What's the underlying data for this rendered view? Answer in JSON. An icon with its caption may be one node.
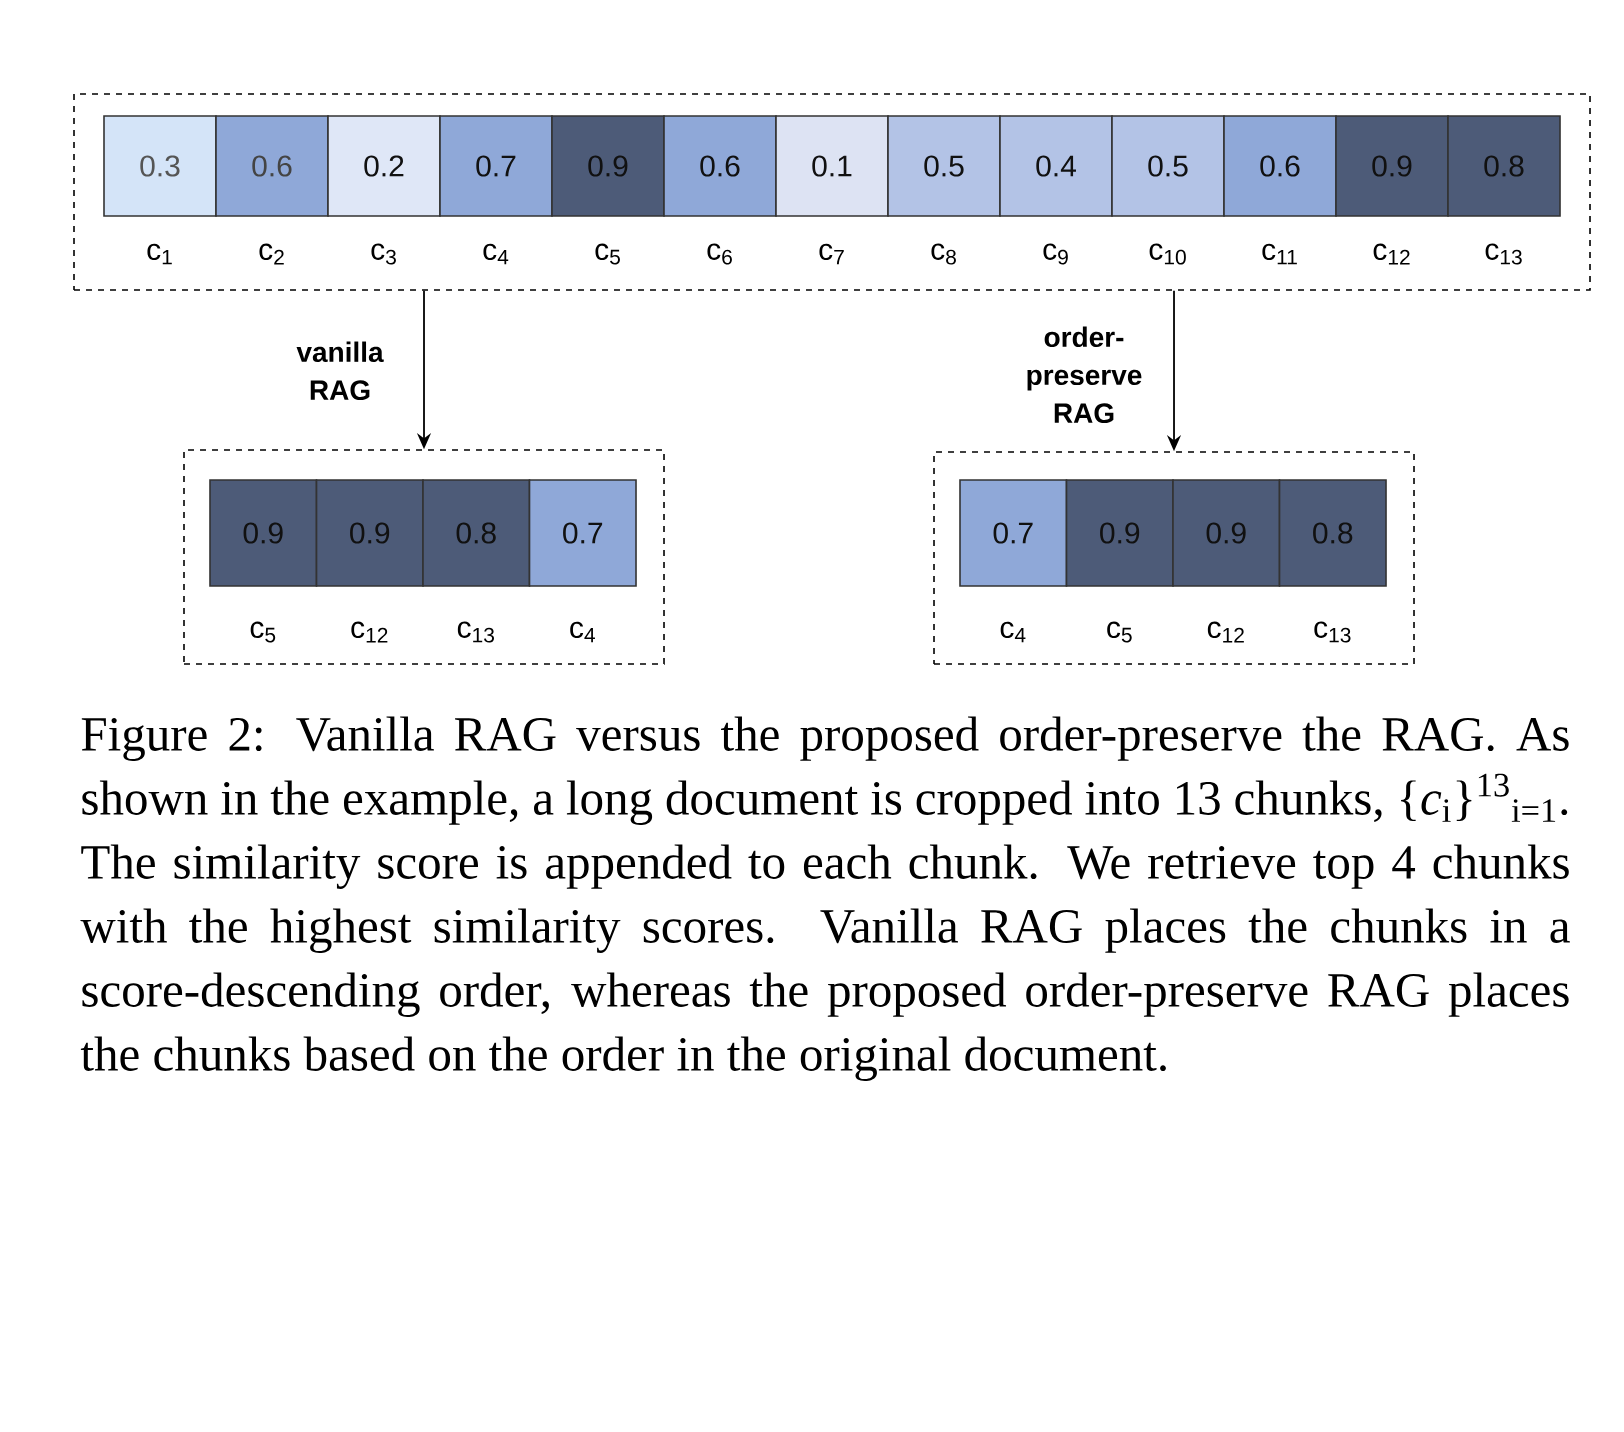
{
  "diagram": {
    "caption": "Figure 2: Vanilla RAG versus the proposed order-preserve the RAG. As shown in the example, a long document is cropped into 13 chunks, {*c*$_{i}$}$^{13}$$_{i=1}$. The similarity score is appended to each chunk. We retrieve top 4 chunks with the highest similarity scores. Vanilla RAG places the chunks in a score-descending order, whereas the proposed order-preserve RAG places the chunks based on the order in the original document.",
    "nodes": [
      {
        "text": [],
        "shape": "box"
      },
      {
        "text": [
          "0.3"
        ],
        "beside": [
          "c$_{1}$"
        ],
        "in": 0
      },
      {
        "text": [
          "0.6"
        ],
        "beside": [
          "c$_{2}$"
        ],
        "in": 0
      },
      {
        "text": [
          "0.2"
        ],
        "beside": [
          "c$_{3}$"
        ],
        "in": 0
      },
      {
        "text": [
          "0.7"
        ],
        "beside": [
          "c$_{4}$"
        ],
        "in": 0
      },
      {
        "text": [
          "0.9"
        ],
        "beside": [
          "c$_{5}$"
        ],
        "in": 0
      },
      {
        "text": [
          "0.6"
        ],
        "beside": [
          "c$_{6}$"
        ],
        "in": 0
      },
      {
        "text": [
          "0.1"
        ],
        "beside": [
          "c$_{7}$"
        ],
        "in": 0
      },
      {
        "text": [
          "0.5"
        ],
        "beside": [
          "c$_{8}$"
        ],
        "in": 0
      },
      {
        "text": [
          "0.4"
        ],
        "beside": [
          "c$_{9}$"
        ],
        "in": 0
      },
      {
        "text": [
          "0.5"
        ],
        "beside": [
          "c$_{10}$"
        ],
        "in": 0
      },
      {
        "text": [
          "0.6"
        ],
        "beside": [
          "c$_{11}$"
        ],
        "in": 0
      },
      {
        "text": [
          "0.9"
        ],
        "beside": [
          "c$_{12}$"
        ],
        "in": 0
      },
      {
        "text": [
          "0.8"
        ],
        "beside": [
          "c$_{13}$"
        ],
        "in": 0
      },
      {
        "text": [],
        "shape": "box"
      },
      {
        "text": [
          "0.9"
        ],
        "beside": [
          "c$_{5}$"
        ],
        "in": 14
      },
      {
        "text": [
          "0.9"
        ],
        "beside": [
          "c$_{12}$"
        ],
        "in": 14
      },
      {
        "text": [
          "0.8"
        ],
        "beside": [
          "c$_{13}$"
        ],
        "in": 14
      },
      {
        "text": [
          "0.7"
        ],
        "beside": [
          "c$_{4}$"
        ],
        "in": 14
      },
      {
        "text": [],
        "shape": "box"
      },
      {
        "text": [
          "0.7"
        ],
        "beside": [
          "c$_{4}$"
        ],
        "in": 19
      },
      {
        "text": [
          "0.9"
        ],
        "beside": [
          "c$_{5}$"
        ],
        "in": 19
      },
      {
        "text": [
          "0.9"
        ],
        "beside": [
          "c$_{12}$"
        ],
        "in": 19
      },
      {
        "text": [
          "0.8"
        ],
        "beside": [
          "c$_{13}$"
        ],
        "in": 19
      }
    ],
    "edges": [
      {
        "from": 0,
        "to": 14,
        "arrow": "to",
        "label": "vanilla RAG"
      },
      {
        "from": 0,
        "to": 19,
        "arrow": "to",
        "label": "order-preserve RAG"
      }
    ]
  }
}
